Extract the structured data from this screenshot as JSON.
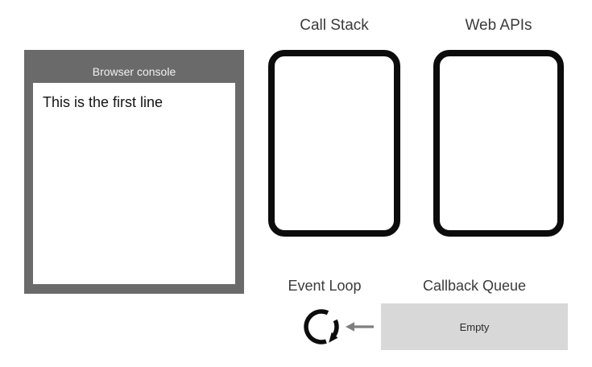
{
  "console": {
    "title": "Browser console",
    "line1": "This is the first line"
  },
  "call_stack": {
    "label": "Call Stack"
  },
  "web_apis": {
    "label": "Web APIs"
  },
  "event_loop": {
    "label": "Event Loop"
  },
  "callback_queue": {
    "label": "Callback Queue",
    "status": "Empty"
  },
  "icons": {
    "event_loop": "circular-clockwise-arrow",
    "queue_to_loop": "left-arrow"
  },
  "colors": {
    "console_frame": "#6a6a6a",
    "console_title_text": "#f1f1f1",
    "console_text": "#141414",
    "box_border": "#0c0c0c",
    "label_text": "#3b3b3b",
    "queue_background": "#d8d8d8",
    "arrow_gray": "#7f7f7f",
    "background": "#ffffff"
  }
}
